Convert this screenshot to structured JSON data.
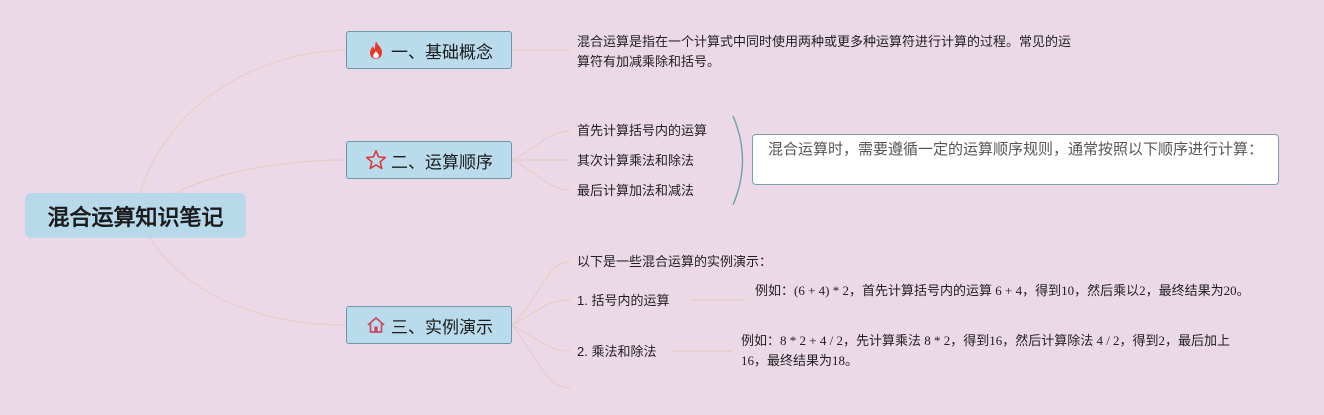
{
  "root": {
    "title": "混合运算知识笔记"
  },
  "branches": [
    {
      "icon": "fire-icon",
      "label": "一、基础概念"
    },
    {
      "icon": "star-icon",
      "label": "二、运算顺序"
    },
    {
      "icon": "home-icon",
      "label": "三、实例演示"
    }
  ],
  "concept": {
    "text": "混合运算是指在一个计算式中同时使用两种或更多种运算符进行计算的过程。常见的运算符有加减乘除和括号。"
  },
  "order": {
    "steps": [
      "首先计算括号内的运算",
      "其次计算乘法和除法",
      "最后计算加法和减法"
    ],
    "callout": "混合运算时，需要遵循一定的运算顺序规则，通常按照以下顺序进行计算："
  },
  "examples": {
    "intro": "以下是一些混合运算的实例演示：",
    "items": [
      {
        "label": "1. 括号内的运算",
        "detail": "例如：(6 + 4) * 2，首先计算括号内的运算 6 + 4，得到10，然后乘以2，最终结果为20。"
      },
      {
        "label": "2. 乘法和除法",
        "detail": "例如：8 * 2 + 4 / 2，先计算乘法 8 * 2，得到16，然后计算除法 4 / 2，得到2，最后加上16，最终结果为18。"
      }
    ]
  },
  "colors": {
    "background": "#ecd9e7",
    "node_fill": "#b9dbeb",
    "node_border": "#6e98ab",
    "edge": "#e6cfc9",
    "bracket": "#6f9ea8",
    "fire": "#e53a2a",
    "star": "#d9383a",
    "home": "#c94a63"
  }
}
